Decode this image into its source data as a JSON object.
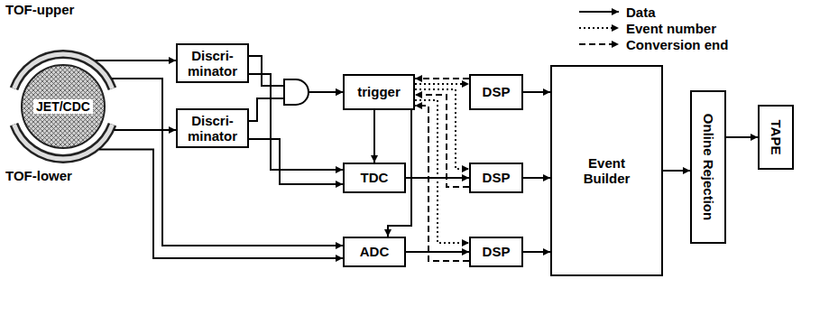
{
  "diagram": {
    "nodes": [
      {
        "text": [
          "JET/CDC"
        ]
      },
      {
        "text": [
          "Discri- minator"
        ]
      },
      {
        "text": [
          "Discri- minator"
        ]
      },
      {
        "text": [
          "trigger"
        ]
      },
      {
        "text": [
          "DSP"
        ]
      },
      {
        "text": [
          "TDC"
        ]
      },
      {
        "text": [
          "DSP"
        ]
      },
      {
        "text": [
          "ADC"
        ]
      },
      {
        "text": [
          "DSP"
        ]
      },
      {
        "text": [
          "Event Builder"
        ]
      },
      {
        "text": [
          "Online Rejection"
        ]
      },
      {
        "text": [
          "TAPE"
        ]
      }
    ],
    "edges": [
      {
        "from": 1,
        "to": 3,
        "arrow": "to"
      },
      {
        "from": 2,
        "to": 3,
        "arrow": "to"
      },
      {
        "from": 1,
        "to": 5,
        "arrow": "to"
      },
      {
        "from": 2,
        "to": 5,
        "arrow": "to"
      },
      {
        "from": 3,
        "to": 5,
        "arrow": "to"
      },
      {
        "from": 3,
        "to": 7,
        "arrow": "to"
      },
      {
        "from": 4,
        "to": 3,
        "arrow": "to"
      },
      {
        "from": 3,
        "to": 4,
        "arrow": "to"
      },
      {
        "from": 3,
        "to": 6,
        "arrow": "to"
      },
      {
        "from": 6,
        "to": 3,
        "arrow": "to"
      },
      {
        "from": 3,
        "to": 8,
        "arrow": "to"
      },
      {
        "from": 8,
        "to": 3,
        "arrow": "to"
      },
      {
        "from": 5,
        "to": 6,
        "arrow": "to"
      },
      {
        "from": 7,
        "to": 8,
        "arrow": "to"
      },
      {
        "from": 4,
        "to": 9,
        "arrow": "to"
      },
      {
        "from": 6,
        "to": 9,
        "arrow": "to"
      },
      {
        "from": 8,
        "to": 9,
        "arrow": "to"
      },
      {
        "from": 9,
        "to": 10,
        "arrow": "to"
      },
      {
        "from": 10,
        "to": 11,
        "arrow": "to"
      }
    ],
    "labels": [
      "TOF-upper",
      "TOF-lower"
    ],
    "legend": [
      {
        "text": "Data"
      },
      {
        "text": "Event number"
      },
      {
        "text": "Conversion end"
      }
    ]
  }
}
